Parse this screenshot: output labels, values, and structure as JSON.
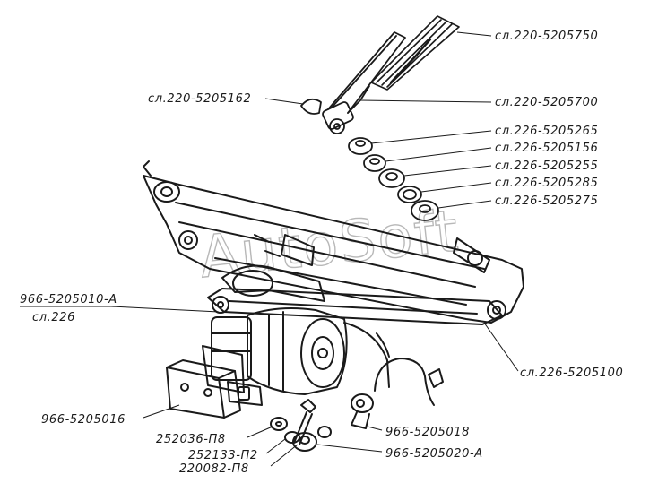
{
  "watermark": "AutoSoft",
  "labels": {
    "wiper_blade": "сл.220-5205750",
    "wiper_arm": "сл.220-5205700",
    "arm_cap": "сл.220-5205162",
    "nut": "сл.226-5205265",
    "washer_1": "сл.226-5205156",
    "bushing": "сл.226-5205255",
    "washer_2": "сл.226-5205285",
    "seal": "сл.226-5205275",
    "motor_top": "966-5205010-А",
    "motor_bottom": "сл.226",
    "bracket": "966-5205016",
    "linkage": "сл.226-5205100",
    "grommet": "966-5205018",
    "bolt": "252036-П8",
    "spring_washer": "252133-П2",
    "plain_washer": "220082-П8",
    "connector": "966-5205020-А"
  }
}
